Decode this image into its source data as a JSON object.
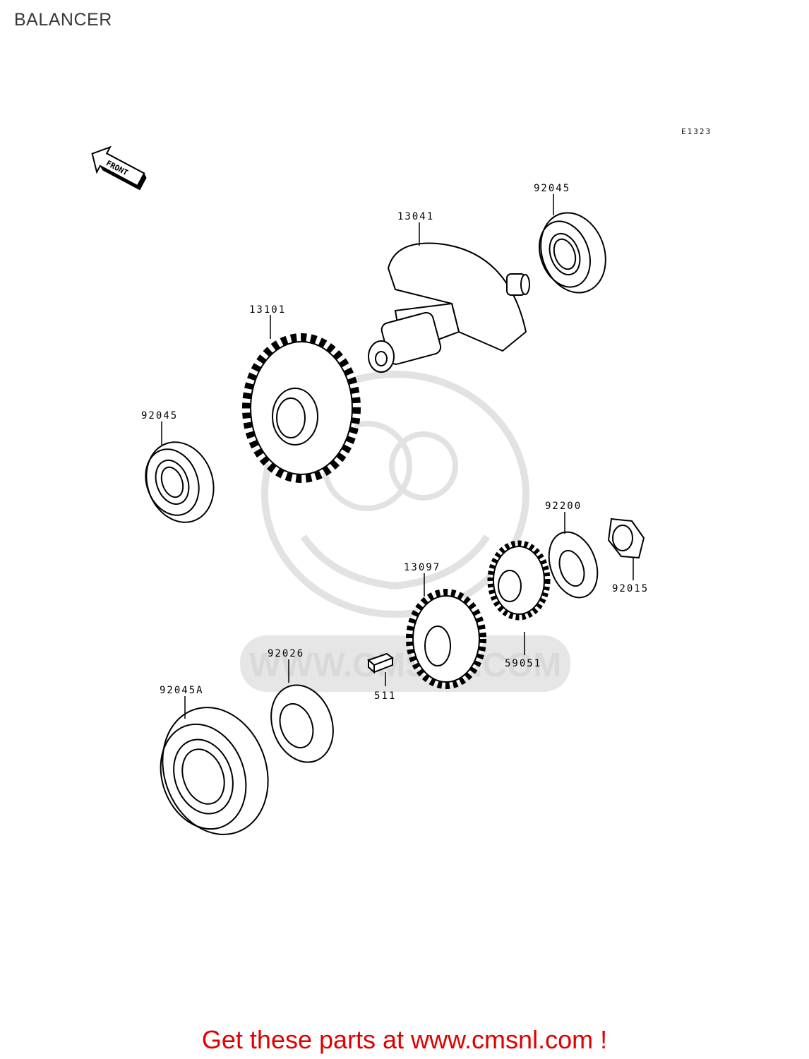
{
  "title": "BALANCER",
  "diagram_code": "E1323",
  "front_arrow_label": "FRONT",
  "watermark": "WWW.CMSNL.COM",
  "parts": {
    "bearing_top": "92045",
    "balancer_shaft": "13041",
    "gear_large": "13101",
    "bearing_left": "92045",
    "washer_lock": "92200",
    "nut": "92015",
    "gear_mid": "13097",
    "gear_small": "59051",
    "washer_plain": "92026",
    "key": "511",
    "bearing_big": "92045A"
  },
  "promo_text": "Get these parts at www.cmsnl.com !"
}
